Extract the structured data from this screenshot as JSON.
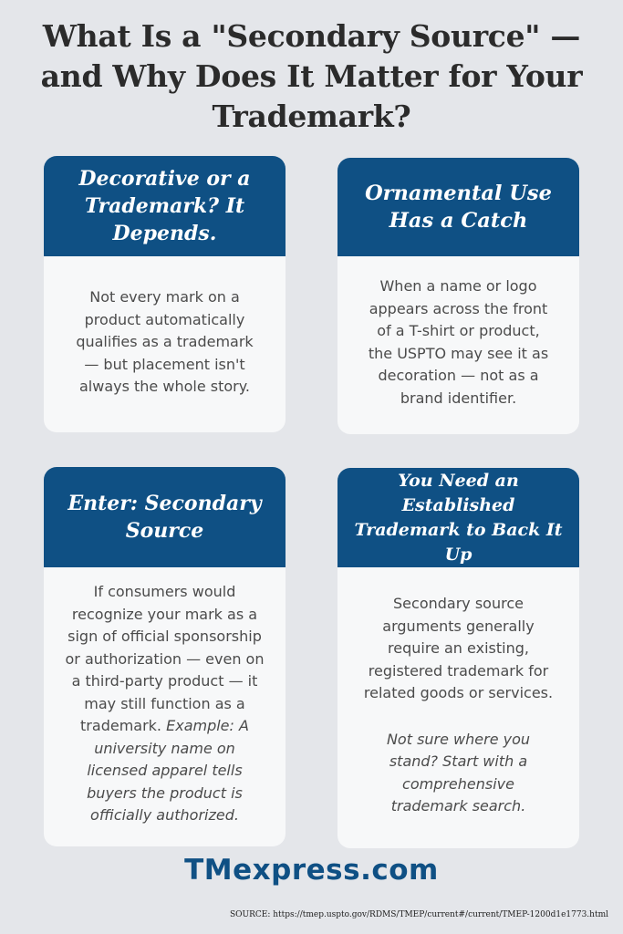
{
  "title": "What Is a \"Secondary Source\" — and Why Does It Matter for Your Trademark?",
  "cards": [
    {
      "heading": "Decorative or a Trademark? It Depends.",
      "body": "Not every mark on a product automatically qualifies as a trademark — but placement isn't always the whole story."
    },
    {
      "heading": "Ornamental Use Has a Catch",
      "body": "When a name or logo appears across the front of a T-shirt or product, the USPTO may see it as decoration — not as a brand identifier."
    },
    {
      "heading": "Enter: Secondary Source",
      "body": "If consumers would recognize your mark as a sign of official sponsorship or authorization — even on a third-party product — it may still function as a trademark.",
      "example": "Example: A university name on licensed apparel tells buyers the product is officially authorized."
    },
    {
      "heading": "You Need an Established Trademark to Back It Up",
      "body": "Secondary source arguments generally require an existing, registered trademark for related goods or services.",
      "note": "Not sure where you stand? Start with a comprehensive trademark search."
    }
  ],
  "brand": "TMexpress.com",
  "source": "SOURCE: https://tmep.uspto.gov/RDMS/TMEP/current#/current/TMEP-1200d1e1773.html"
}
